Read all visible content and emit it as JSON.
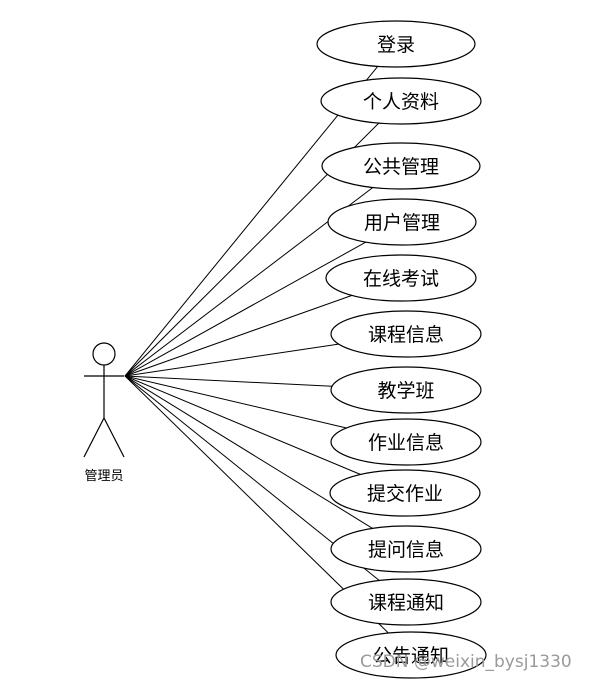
{
  "actor": {
    "label": "管理员"
  },
  "use_cases": [
    {
      "label": "登录"
    },
    {
      "label": "个人资料"
    },
    {
      "label": "公共管理"
    },
    {
      "label": "用户管理"
    },
    {
      "label": "在线考试"
    },
    {
      "label": "课程信息"
    },
    {
      "label": "教学班"
    },
    {
      "label": "作业信息"
    },
    {
      "label": "提交作业"
    },
    {
      "label": "提问信息"
    },
    {
      "label": "课程通知"
    },
    {
      "label": "公告通知"
    }
  ],
  "watermark": {
    "text": "CSDN @weixin_bysj1330"
  }
}
